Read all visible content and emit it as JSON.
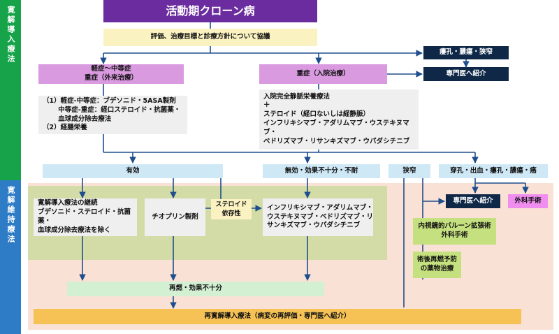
{
  "side_labels": {
    "induction": "寛解導入療法",
    "maintenance": "寛解維持療法"
  },
  "colors": {
    "induction_band": "#16a34a",
    "maintenance_band": "#2f7cc6",
    "title_bg": "#6a2c9e",
    "dark_navy": "#0f2847",
    "pink": "#d99ae0",
    "light_blue": "#cfe8f6",
    "yellow": "#fbf2c2",
    "orange": "#f6c255",
    "green": "#c5e07e",
    "olive_bg": "#d3dca7",
    "peach_bg": "#f9e1d6",
    "gray": "#efefef",
    "magenta": "#f08ef0"
  },
  "title": "活動期クローン病",
  "evaluation": "評価、治療目標と診療方針について協議",
  "mild": "軽症〜中等症\n重症（外来治療）",
  "severe": "重症（入院治療）",
  "fistula": "瘻孔・膿瘍・狭窄",
  "referral_top": "専門医へ紹介",
  "mild_treatment": "（1）軽症-中等症：ブデソニド・5ASA製剤\n　　 中等症-重症：経口ステロイド・抗菌薬・\n　　 血球成分除去療法\n（2）経腸栄養",
  "severe_treatment": "入院完全静脈栄養療法\n＋\nステロイド（経口ないしは経静脈）\nインフリキシマブ・アダリムマブ・ウステキヌマブ・\nベドリズマブ・リサンキズマブ・ウパダシチニブ",
  "effective": "有効",
  "ineffective": "無効・効果不十分・不耐",
  "stenosis": "狭窄",
  "perforation": "穿孔・出血・瘻孔・膿瘍・癌",
  "maint_continue": "寛解導入療法の継続\nブデソニド・ステロイド・抗菌薬・\n血球成分除去療法を除く",
  "thiopurine": "チオプリン製剤",
  "steroid_dep": "ステロイド\n依存性",
  "biologics": "インフリキシマブ・アダリムマブ・\nウステキヌマブ・ベドリズマブ・リ\nサンキズマブ・ウパダシチニブ",
  "referral_mid": "専門医へ紹介",
  "surgery": "外科手術",
  "balloon": "内視鏡的バルーン拡張術\n外科手術",
  "postop": "術後再燃予防\nの薬物治療",
  "relapse": "再燃・効果不十分",
  "reinduction": "再寛解導入療法（病変の再評価・専門医へ紹介）"
}
